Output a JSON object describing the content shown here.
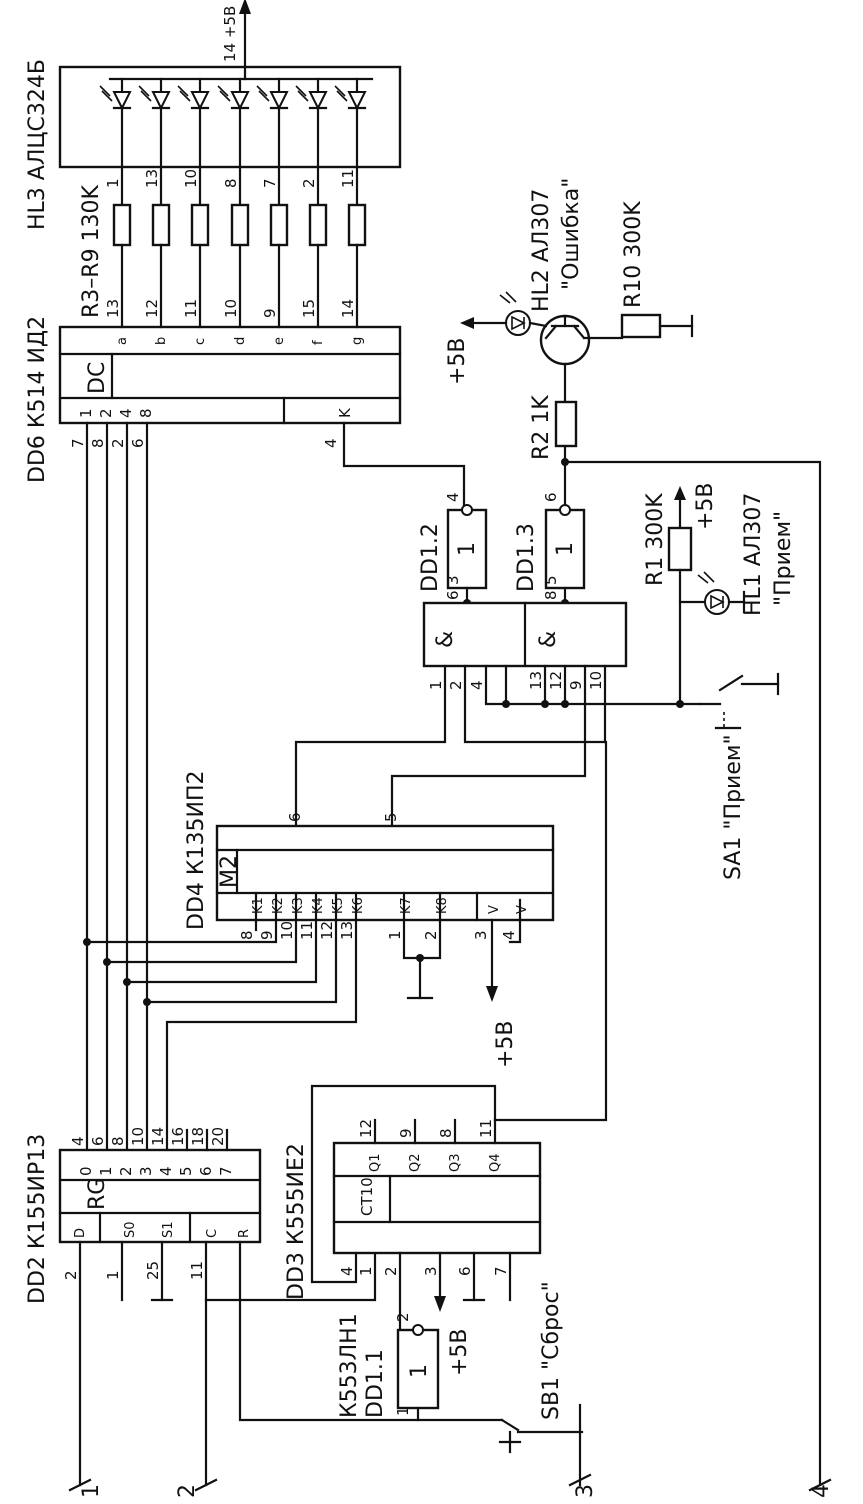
{
  "components": {
    "hl3": "HL3 АЛЦС324Б",
    "r3r9": "R3–R9 130K",
    "dd6": "DD6 К514 ИД2",
    "dd6_func": "DC",
    "dd4": "DD4 К135ИП2",
    "dd4_func": "M2",
    "dd2": "DD2 К155ИР13",
    "dd2_func": "RG",
    "dd3": "DD3 К555ИЕ2",
    "dd3_func": "CT10",
    "dd1_type": "К553ЛН1",
    "dd1_1": "DD1.1",
    "dd1_2": "DD1.2",
    "dd1_3": "DD1.3",
    "hl2": "HL2 АЛ307",
    "hl2_q": "\"Ошибка\"",
    "r10": "R10 300K",
    "r2": "R2 1K",
    "r1": "R1 300K",
    "hl1": "HL1 АЛ307",
    "hl1_q": "\"Прием\"",
    "sa1": "SA1 \"Прием\"",
    "sb1": "SB1 \"Сброс\"",
    "and_symbol": "&",
    "inv_symbol": "1"
  },
  "supply": {
    "p5v": "+5B",
    "top": "14 +5B"
  },
  "terminals": [
    "1",
    "2",
    "3",
    "4"
  ],
  "pins": {
    "hl3_pins": [
      "1",
      "13",
      "10",
      "8",
      "7",
      "2",
      "11"
    ],
    "dd6_out_pins": [
      "13",
      "12",
      "11",
      "10",
      "9",
      "15",
      "14"
    ],
    "dd6_out_names": [
      "a",
      "b",
      "c",
      "d",
      "e",
      "f",
      "g"
    ],
    "dd6_in_labels": [
      "1",
      "2",
      "4",
      "8"
    ],
    "dd6_in_pins": [
      "7",
      "8",
      "2",
      "6"
    ],
    "dd6_k": "K",
    "dd6_k_pin": "4",
    "dd1_2_pins": [
      "4",
      "3",
      "6"
    ],
    "dd1_3_pins": [
      "6",
      "5",
      "8"
    ],
    "and_pins": [
      "1",
      "2",
      "4",
      "13",
      "12",
      "9",
      "10"
    ],
    "dd4_k_labels": [
      "K1",
      "K2",
      "K3",
      "K4",
      "K5",
      "K6",
      "K7",
      "K8"
    ],
    "dd4_k_pins": [
      "8",
      "9",
      "10",
      "11",
      "12",
      "13",
      "1",
      "2"
    ],
    "dd4_v_labels": [
      "V",
      "V"
    ],
    "dd4_v_pins": [
      "3",
      "4"
    ],
    "dd4_top_pins": [
      "6",
      "5"
    ],
    "dd2_out_labels": [
      "0",
      "1",
      "2",
      "3",
      "4",
      "5",
      "6",
      "7"
    ],
    "dd2_out_pins": [
      "4",
      "6",
      "8",
      "10",
      "14",
      "16",
      "18",
      "20"
    ],
    "dd2_in_labels": [
      "D",
      "S0",
      "S1",
      "C",
      "R"
    ],
    "dd2_in_pins": [
      "2",
      "1",
      "25",
      "11"
    ],
    "dd3_out_labels": [
      "Q1",
      "Q2",
      "Q3",
      "Q4"
    ],
    "dd3_out_pins": [
      "12",
      "9",
      "8",
      "11"
    ],
    "dd3_in_pins": [
      "4",
      "1",
      "2",
      "3",
      "6",
      "7"
    ],
    "dd1_1_pins": [
      "2",
      "1"
    ]
  }
}
